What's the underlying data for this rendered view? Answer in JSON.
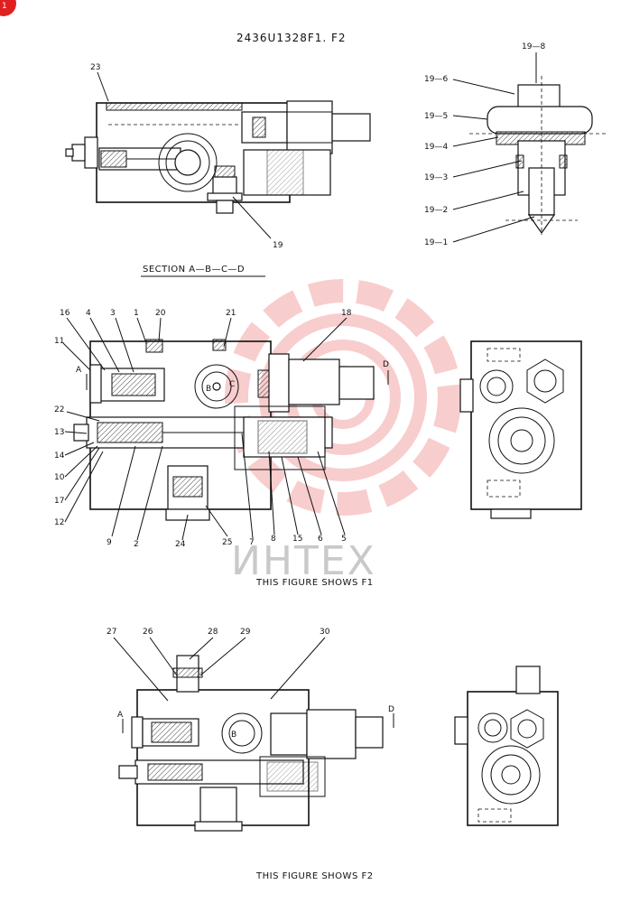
{
  "corner_badge": "1",
  "document_number": "2436U1328F1. F2",
  "section_label": "SECTION A—B—C—D",
  "figure_f1_caption": "THIS FIGURE SHOWS   F1",
  "figure_f2_caption": "THIS FIGURE SHOWS   F2",
  "watermark_text": "ИНТЕХ",
  "watermark_color": "#e02020",
  "top_labels": {
    "p23": "23",
    "p19": "19"
  },
  "detail_labels": [
    "19—8",
    "19—6",
    "19—5",
    "19—4",
    "19—3",
    "19—2",
    "19—1"
  ],
  "f1_labels": [
    "16",
    "4",
    "3",
    "1",
    "20",
    "21",
    "18",
    "11",
    "A",
    "D",
    "22",
    "13",
    "14",
    "10",
    "17",
    "12",
    "9",
    "2",
    "24",
    "25",
    "7",
    "8",
    "15",
    "6",
    "5",
    "B",
    "C"
  ],
  "f2_labels": [
    "27",
    "26",
    "28",
    "29",
    "30",
    "A",
    "D",
    "B"
  ]
}
